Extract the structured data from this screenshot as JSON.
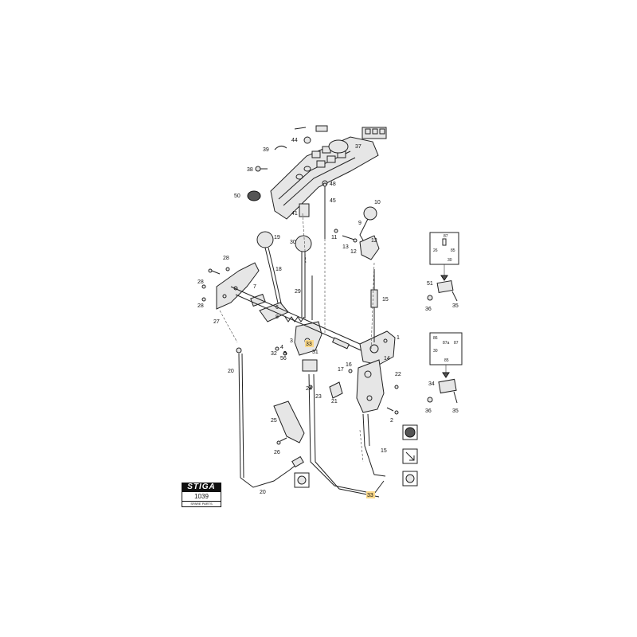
{
  "brand": {
    "logo_text": "STIGA",
    "code": "1039",
    "subtitle": "SPARE PARTS"
  },
  "colors": {
    "highlight": "#fbd98a",
    "line": "#222222"
  },
  "callouts": {
    "c1": "1",
    "c2": "2",
    "c3": "3",
    "c6": "6",
    "c7": "7",
    "c8": "8",
    "c9": "9",
    "c10": "10",
    "c11": "11",
    "c12a": "12",
    "c12b": "12",
    "c13": "13",
    "c14": "14",
    "c15a": "15",
    "c15b": "15",
    "c16": "16",
    "c17": "17",
    "c18": "18",
    "c19": "19",
    "c20a": "20",
    "c20b": "20",
    "c21": "21",
    "c22": "22",
    "c23": "23",
    "c24": "24",
    "c25": "25",
    "c26": "26",
    "c27": "27",
    "c28a": "28",
    "c28b": "28",
    "c28c": "28",
    "c29": "29",
    "c30": "30",
    "c31": "31",
    "c32": "32",
    "c33a": "33",
    "c33b": "33",
    "c34": "34",
    "c35a": "35",
    "c35b": "35",
    "c36a": "36",
    "c36b": "36",
    "c37": "37",
    "c38": "38",
    "c39": "39",
    "c41": "41",
    "c44": "44",
    "c45": "45",
    "c48": "48",
    "c50": "50",
    "c51": "51",
    "c56": "56",
    "c5": "5",
    "c4": "4"
  },
  "relays": {
    "r1": {
      "t": "87",
      "l": "26",
      "r": "85",
      "b": "30"
    },
    "r2": {
      "t": "86",
      "ml": "87a",
      "mr": "87",
      "l": "30",
      "b": "85"
    }
  }
}
